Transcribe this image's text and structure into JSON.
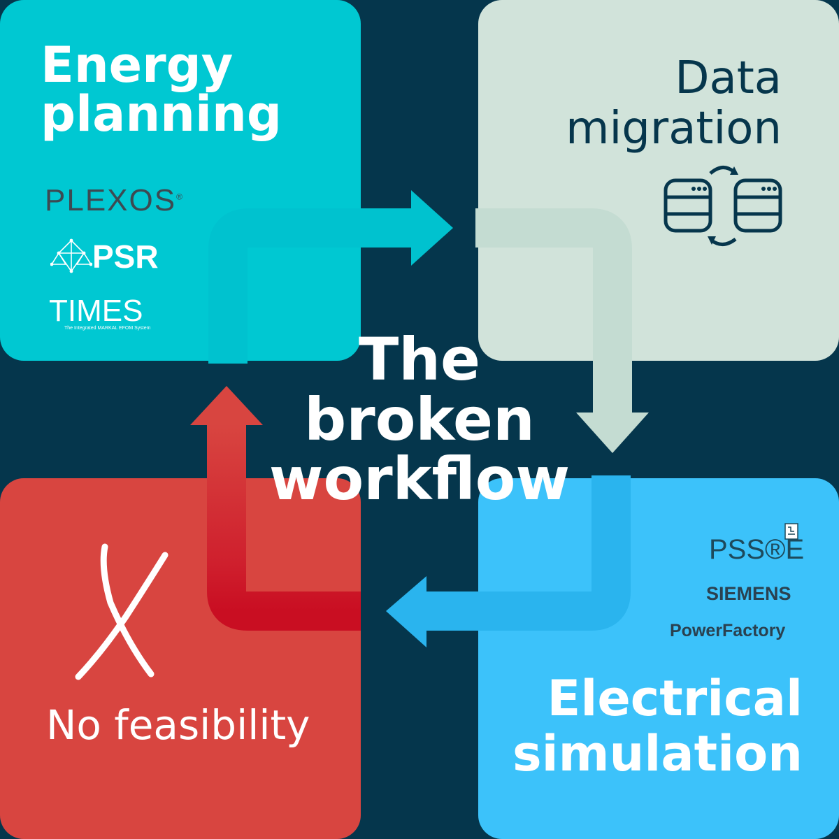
{
  "center": {
    "line1": "The",
    "line2": "broken",
    "line3": "workflow"
  },
  "energy_planning": {
    "line1": "Energy",
    "line2": "planning",
    "logos": {
      "plexos": "PLEXOS",
      "plexos_mark": "®",
      "psr": "PSR",
      "times": "TIMES",
      "times_sub": "The Integrated MARKAL EFOM System"
    }
  },
  "data_migration": {
    "line1": "Data",
    "line2": "migration",
    "icon": "database-sync-icon"
  },
  "electrical_simulation": {
    "line1": "Electrical",
    "line2": "simulation",
    "logos": {
      "pss": "PSS®E",
      "siemens": "SIEMENS",
      "powerfactory": "PowerFactory"
    }
  },
  "no_feasibility": {
    "label": "No feasibility",
    "icon": "x-mark-icon"
  },
  "colors": {
    "background": "#05364c",
    "energy": "#00c8d2",
    "data": "#d1e3da",
    "electrical": "#3cc2fa",
    "feasibility": "#d84540"
  }
}
